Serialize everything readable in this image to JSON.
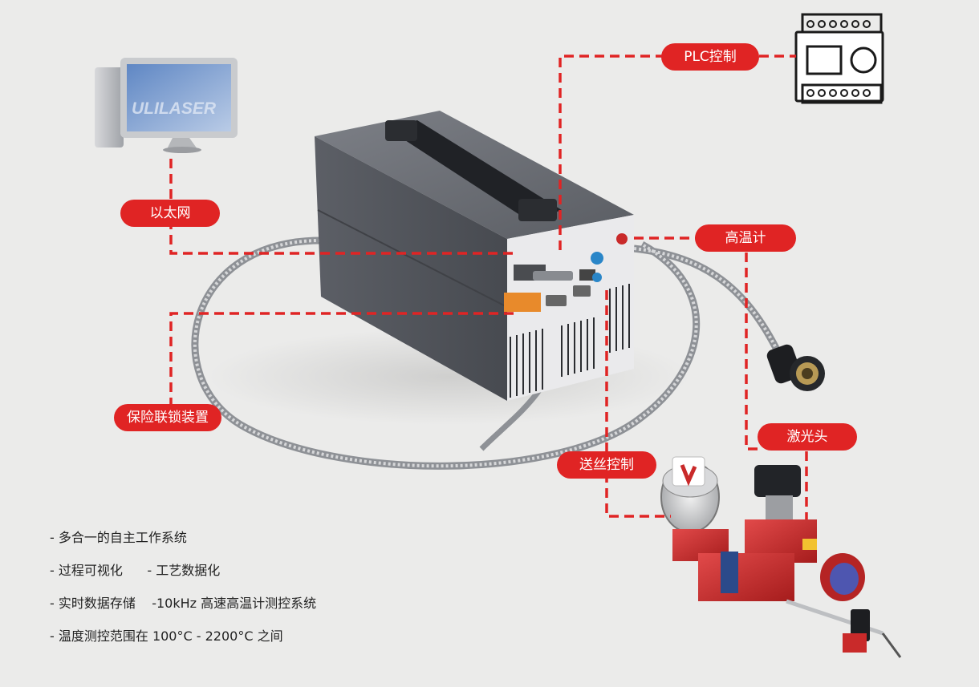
{
  "labels": {
    "plc": "PLC控制",
    "ethernet": "以太网",
    "pyrometer": "高温计",
    "interlock": "保险联锁装置",
    "laser_head": "激光头",
    "wire_feed": "送丝控制"
  },
  "monitor_logo": "ULILASER",
  "features": [
    "- 多合一的自主工作系统",
    "- 过程可视化      - 工艺数据化",
    "- 实时数据存储    -10kHz 高速高温计测控系统",
    "- 温度测控范围在 100°C - 2200°C 之间"
  ],
  "colors": {
    "accent": "#e02424",
    "background": "#ebebea",
    "text": "#222222"
  },
  "icons": [
    "computer-icon",
    "plc-module-icon"
  ]
}
